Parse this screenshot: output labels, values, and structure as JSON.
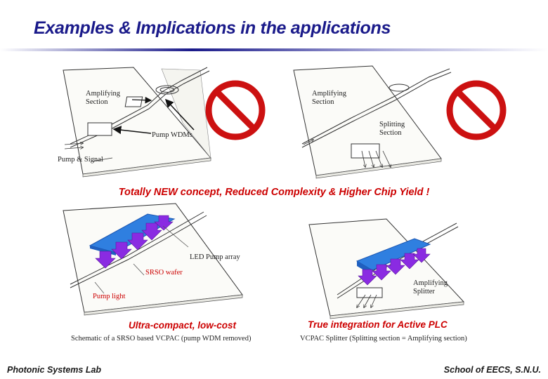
{
  "header": {
    "title": "Examples & Implications in the applications"
  },
  "top_left": {
    "amplifying_section": [
      "Amplifying",
      "Section"
    ],
    "pump_wdms": "Pump WDMs",
    "pump_signal": "Pump & Signal"
  },
  "top_right": {
    "amplifying_section": [
      "Amplifying",
      "Section"
    ],
    "splitting_section": [
      "Splitting",
      "Section"
    ]
  },
  "concept": "Totally NEW concept, Reduced Complexity & Higher Chip Yield !",
  "bottom_left": {
    "led_pump_array": "LED Pump array",
    "srso_wafer": "SRSO wafer",
    "pump_light": "Pump light",
    "headline": "Ultra-compact, low-cost",
    "caption": "Schematic of a SRSO based VCPAC (pump WDM removed)"
  },
  "bottom_right": {
    "amplifying_splitter": [
      "Amplifying",
      "Splitter"
    ],
    "headline": "True integration for Active PLC",
    "caption": "VCPAC Splitter (Splitting section = Amplifying section)"
  },
  "footer": {
    "left": "Photonic Systems Lab",
    "right": "School of EECS, S.N.U."
  },
  "colors": {
    "title": "#1a1a8a",
    "accent_red": "#cc0000",
    "prohibit_red": "#cc1111",
    "led_blue": "#2f7fe0",
    "pump_arrow": "#8a2be2"
  },
  "icons": [
    "prohibited-icon",
    "prohibited-icon",
    "pump-arrow-icon"
  ]
}
